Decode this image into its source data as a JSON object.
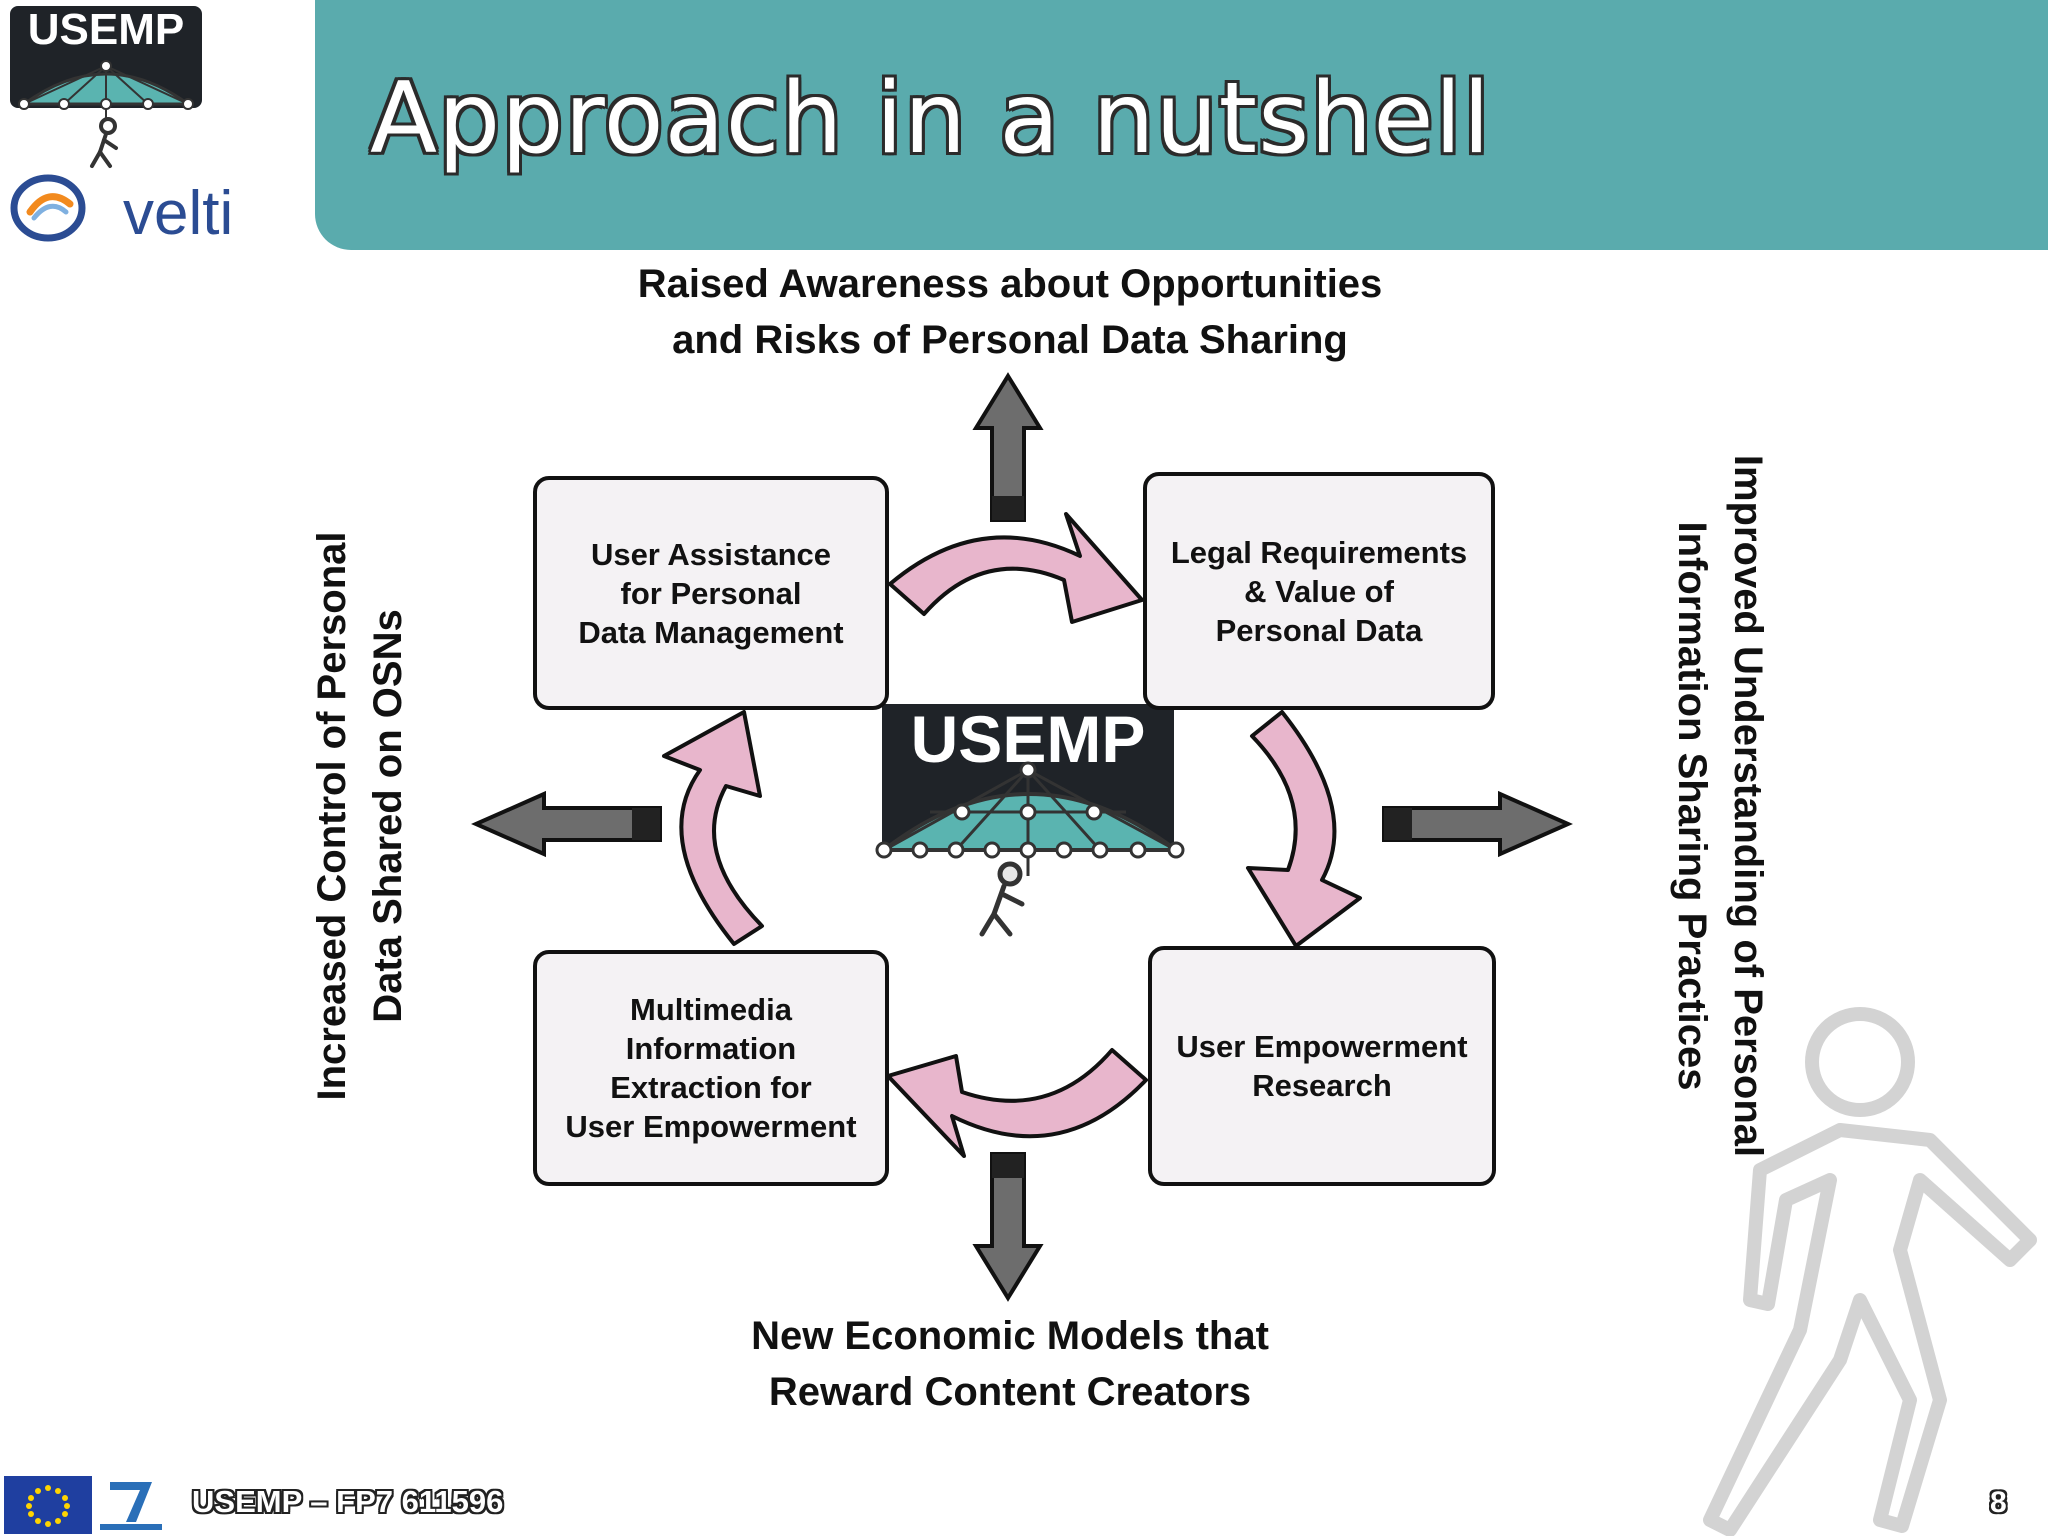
{
  "header": {
    "title": "Approach in a nutshell"
  },
  "logos": {
    "usemp_logo_text": "USEMP",
    "velti_logo_text": "velti"
  },
  "diagram": {
    "center_logo_text": "USEMP",
    "outcomes": {
      "top": [
        "Raised Awareness about Opportunities",
        "and Risks of Personal Data Sharing"
      ],
      "bottom": [
        "New Economic Models that",
        "Reward Content Creators"
      ],
      "left": [
        "Increased Control of Personal",
        "Data Shared on OSNs"
      ],
      "right": [
        "Improved Understanding of Personal",
        "Information Sharing Practices"
      ]
    },
    "boxes": {
      "user_assistance": [
        "User Assistance",
        "for Personal",
        "Data Management"
      ],
      "legal": [
        "Legal Requirements",
        "& Value of",
        "Personal Data"
      ],
      "multimedia": [
        "Multimedia",
        "Information",
        "Extraction for",
        "User Empowerment"
      ],
      "empowerment": [
        "User Empowerment",
        "Research"
      ]
    },
    "colors": {
      "cycle_arrow": "#e8b6cc",
      "outward_arrow": "#6d6d6d",
      "box_fill": "#f4f2f4",
      "header": "#5aabad"
    }
  },
  "footer": {
    "text": "USEMP – FP7 611596",
    "page_number": "8",
    "eu_flag_icon": "eu-flag-icon",
    "fp7_icon": "fp7-logo-icon"
  }
}
